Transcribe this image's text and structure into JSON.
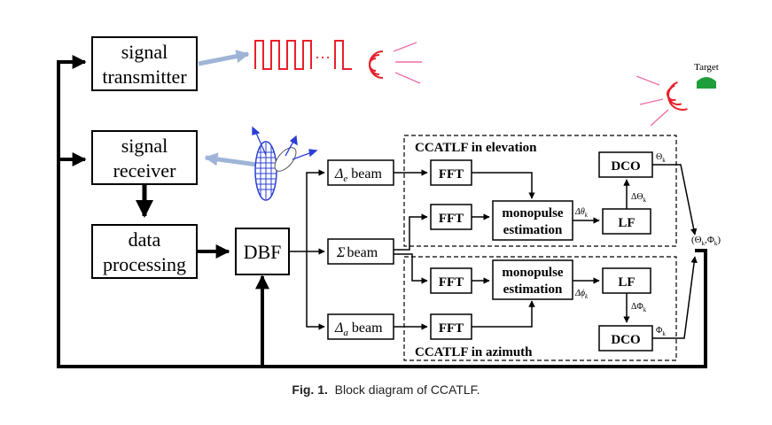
{
  "blocks": {
    "signal_transmitter": [
      "signal",
      "transmitter"
    ],
    "signal_receiver": [
      "signal",
      "receiver"
    ],
    "data_processing": [
      "data",
      "processing"
    ],
    "dbf": "DBF",
    "delta_e_beam": "beam",
    "sigma_beam": "beam",
    "delta_a_beam": "beam",
    "fft": "FFT",
    "monopulse_estimation": [
      "monopulse",
      "estimation"
    ],
    "lf": "LF",
    "dco": "DCO"
  },
  "symbols": {
    "delta": "Δ",
    "sigma": "Σ",
    "sub_e": "e",
    "sub_a": "a",
    "theta_k_out": "Θ",
    "phi_k_out": "Φ",
    "k": "k",
    "d_theta_k": "Δθ",
    "d_Theta_k": "ΔΘ",
    "d_phi_k": "Δϕ",
    "d_Phi_k": "ΔΦ",
    "combined_output": "(Θ",
    "combined_output_mid": ",Φ",
    "combined_output_end": ")",
    "pulses_dots": "…"
  },
  "groups": {
    "elevation": "CCATLF in elevation",
    "azimuth": "CCATLF in azimuth"
  },
  "target_label": "Target",
  "caption": {
    "label": "Fig. 1.",
    "text": "Block diagram of CCATLF."
  },
  "colors": {
    "line": "#000000",
    "pulse_red": "#e8202a",
    "ray_pink": "#ee6fa8",
    "target_green": "#1e9e3a",
    "beam_arrow": "#9fb4d6",
    "antenna_blue": "#2a3fd6"
  }
}
